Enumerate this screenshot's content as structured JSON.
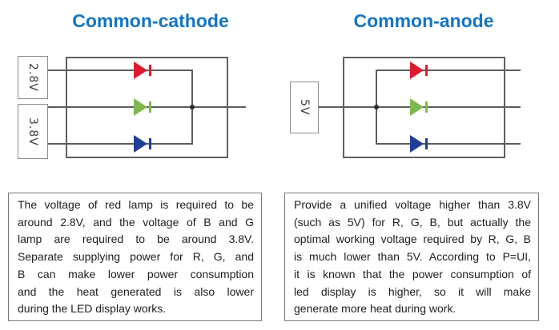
{
  "figure": {
    "background": "#ffffff",
    "colors": {
      "title_blue": "#1274c5",
      "wire_gray": "#5c5c5c",
      "led_red": "#df1a2e",
      "led_green": "#7eb84e",
      "led_blue": "#1f3e95",
      "note_border": "#767676"
    }
  },
  "left_panel": {
    "title": "Common-cathode",
    "supplies": [
      "2.8V",
      "3.8V"
    ],
    "leds": [
      "red",
      "green",
      "blue"
    ],
    "note_lines": [
      "The voltage of red lamp is required to be",
      "around 2.8V, and the voltage of B and G",
      "lamp are required to be around 3.8V.",
      "Separate supplying power for R, G, and",
      "B can make lower power consumption",
      "and the heat generated is also lower",
      "during the LED display works."
    ]
  },
  "right_panel": {
    "title": "Common-anode",
    "supplies": [
      "5V"
    ],
    "leds": [
      "red",
      "green",
      "blue"
    ],
    "note_lines": [
      "Provide a unified voltage higher than 3.8V",
      "(such as 5V) for R, G, B, but actually the",
      "optimal working voltage required by R, G, B",
      "is much lower than 5V. According to P=UI,",
      "it is known that the power consumption of",
      "led display is higher, so it will make",
      "generate more heat during work."
    ]
  }
}
